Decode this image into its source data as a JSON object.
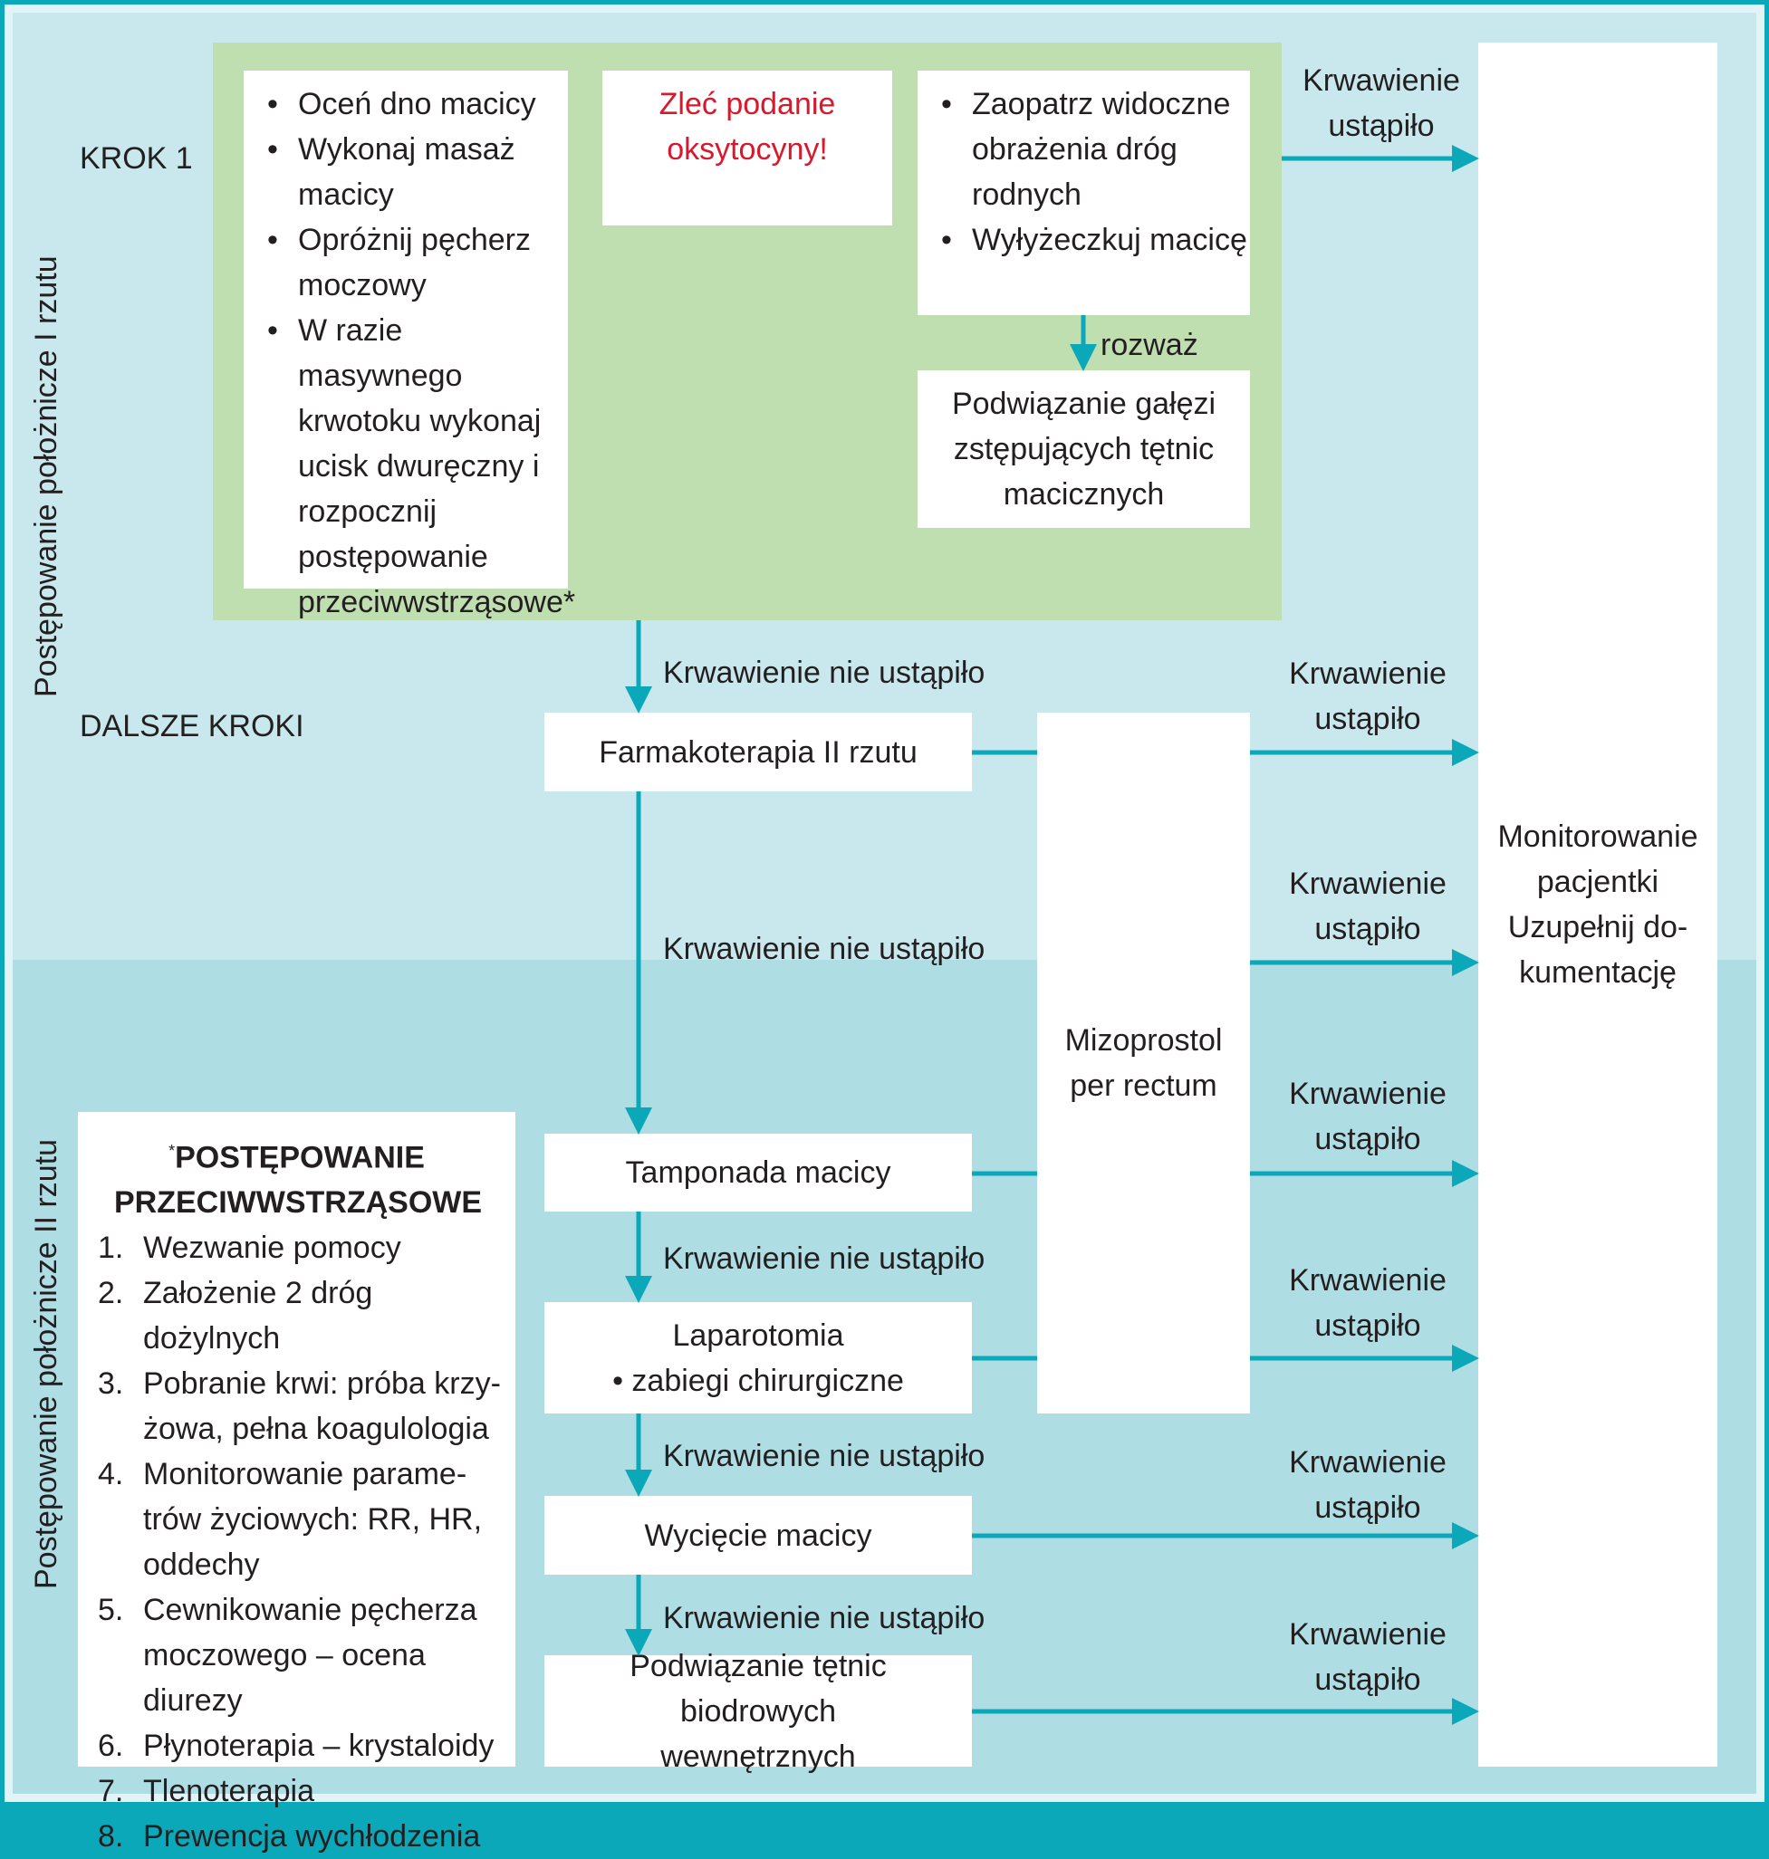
{
  "colors": {
    "accent": "#0aa8b8",
    "upper_bg": "#c8e8ee",
    "lower_bg": "#aedde4",
    "step1_bg": "#bfdfb0",
    "alert": "#d7192d"
  },
  "side_labels": {
    "first_line": "Postępowanie położnicze I rzutu",
    "second_line": "Postępowanie położnicze II rzutu"
  },
  "step_labels": {
    "step1": "KROK 1",
    "next_steps": "DALSZE KROKI"
  },
  "step1": {
    "left_box": [
      "Oceń dno macicy",
      "Wykonaj masaż macicy",
      "Opróżnij pęcherz moczowy",
      "W razie masywnego krwotoku wykonaj ucisk dwuręczny i rozpocznij postępowanie przeciwwstrząsowe*"
    ],
    "alert_box": "Zleć podanie oksytocyny!",
    "right_box": [
      "Zaopatrz widoczne obrażenia dróg rodnych",
      "Wyłyżeczkuj macicę"
    ],
    "consider_label": "rozważ",
    "consider_box": "Podwiązanie gałęzi zstępujących tętnic macicznych"
  },
  "flow": {
    "not_stopped": "Krwawienie nie ustąpiło",
    "stopped": "Krwawienie ustąpiło",
    "pharmacotherapy": "Farmakoterapia II rzutu",
    "misoprostol": "Mizoprostol per rectum",
    "tamponade": "Tamponada macicy",
    "laparotomy_title": "Laparotomia",
    "laparotomy_item": "zabiegi chirurgiczne",
    "hysterectomy": "Wycięcie macicy",
    "iliac_ligation": "Podwiązanie tętnic biodrowych wewnętrznych"
  },
  "monitoring": "Monitorowanie pacjentki Uzupełnij do-kumentację",
  "shock_box": {
    "asterisk": "*",
    "title": "POSTĘPOWANIE PRZECIWWSTRZĄSOWE",
    "items": [
      {
        "n": "1.",
        "text": "Wezwanie pomocy"
      },
      {
        "n": "2.",
        "text": "Założenie 2 dróg dożylnych"
      },
      {
        "n": "3.",
        "text": "Pobranie krwi: próba krzy-żowa, pełna koagulologia"
      },
      {
        "n": "4.",
        "text": "Monitorowanie parame-trów życiowych: RR, HR, oddechy"
      },
      {
        "n": "5.",
        "text": "Cewnikowanie pęcherza moczowego – ocena diurezy"
      },
      {
        "n": "6.",
        "text": "Płynoterapia – krystaloidy"
      },
      {
        "n": "7.",
        "text": "Tlenoterapia"
      },
      {
        "n": "8.",
        "text": "Prewencja wychłodzenia"
      }
    ]
  }
}
